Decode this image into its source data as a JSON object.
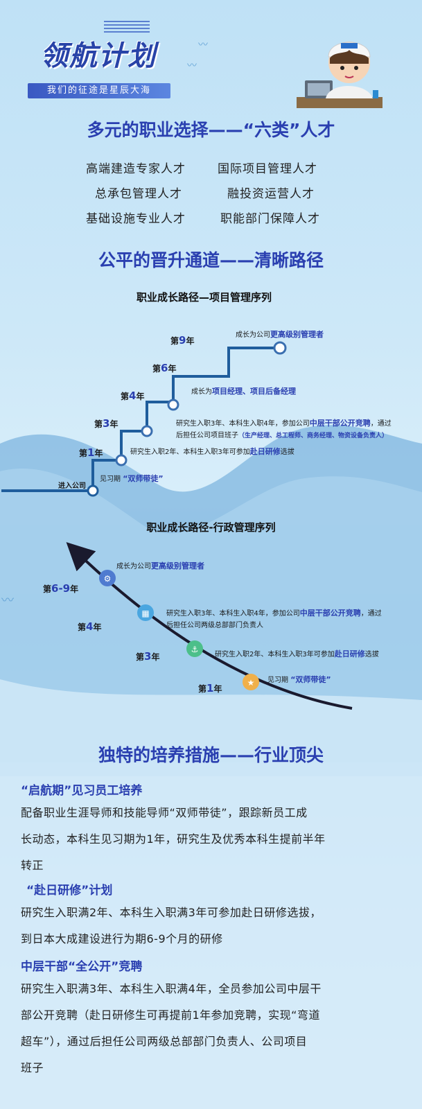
{
  "header": {
    "logo_text": "领航计划",
    "slogan": "我们的征途是星辰大海"
  },
  "section1": {
    "title": "多元的职业选择——“六类”人才",
    "talents": [
      "高端建造专家人才",
      "国际项目管理人才",
      "总承包管理人才",
      "融投资运营人才",
      "基础设施专业人才",
      "职能部门保障人才"
    ]
  },
  "section2": {
    "title": "公平的晋升通道——清晰路径",
    "project_path": {
      "title": "职业成长路径—项目管理序列",
      "start": "进入公司",
      "years": [
        {
          "pre": "第",
          "num": "1",
          "post": "年"
        },
        {
          "pre": "第",
          "num": "3",
          "post": "年"
        },
        {
          "pre": "第",
          "num": "4",
          "post": "年"
        },
        {
          "pre": "第",
          "num": "6",
          "post": "年"
        },
        {
          "pre": "第",
          "num": "9",
          "post": "年"
        }
      ],
      "labels": {
        "s0_pre": "见习期",
        "s0_hl": "“双师带徒”",
        "s1_pre": "研究生入职2年、本科生入职3年可参加",
        "s1_hl": "赴日研修",
        "s1_post": "选拔",
        "s2_line1_pre": "研究生入职3年、本科生入职4年，参加公司",
        "s2_line1_hl": "中层干部公开竞聘",
        "s2_line1_post": "，通过",
        "s2_line2_pre": "后担任公司项目班子",
        "s2_line2_hl": "（生产经理、总工程师、商务经理、物资设备负责人）",
        "s3_pre": "成长为",
        "s3_hl": "项目经理、项目后备经理",
        "s4_pre": "成长为公司",
        "s4_hl": "更高级别管理者"
      }
    },
    "admin_path": {
      "title": "职业成长路径-行政管理序列",
      "years": [
        {
          "pre": "第",
          "num": "6-9",
          "post": "年"
        },
        {
          "pre": "第",
          "num": "4",
          "post": "年"
        },
        {
          "pre": "第",
          "num": "3",
          "post": "年"
        },
        {
          "pre": "第",
          "num": "1",
          "post": "年"
        }
      ],
      "labels": {
        "a1_pre": "成长为公司",
        "a1_hl": "更高级别管理者",
        "a2_line1_pre": "研究生入职3年、本科生入职4年，参加公司",
        "a2_line1_hl": "中层干部公开竞聘",
        "a2_line1_post": "，通过",
        "a2_line2": "后担任公司两级总部部门负责人",
        "a3_pre": "研究生入职2年、本科生入职3年可参加",
        "a3_hl": "赴日研修",
        "a3_post": "选拔",
        "a4_pre": "见习期",
        "a4_hl": "“双师带徒”"
      }
    }
  },
  "section3": {
    "title": "独特的培养措施——行业顶尖",
    "items": [
      {
        "heading": "“启航期”见习员工培养",
        "lines": [
          "配备职业生涯导师和技能导师“双师带徒”，跟踪新员工成",
          "长动态，本科生见习期为1年，研究生及优秀本科生提前半年",
          "转正"
        ]
      },
      {
        "heading": "“赴日研修”计划",
        "lines": [
          "研究生入职满2年、本科生入职满3年可参加赴日研修选拔，",
          "到日本大成建设进行为期6-9个月的研修"
        ]
      },
      {
        "heading": "中层干部“全公开”竞聘",
        "lines": [
          "研究生入职满3年、本科生入职满4年，全员参加公司中层干",
          "部公开竞聘（赴日研修生可再提前1年参加竞聘，实现“弯道",
          "超车”），通过后担任公司两级总部部门负责人、公司项目",
          "班子"
        ]
      }
    ]
  },
  "colors": {
    "brand_blue": "#2a3fb0",
    "path_blue": "#1f5d9c",
    "wave_blue": "#6da8d6"
  }
}
